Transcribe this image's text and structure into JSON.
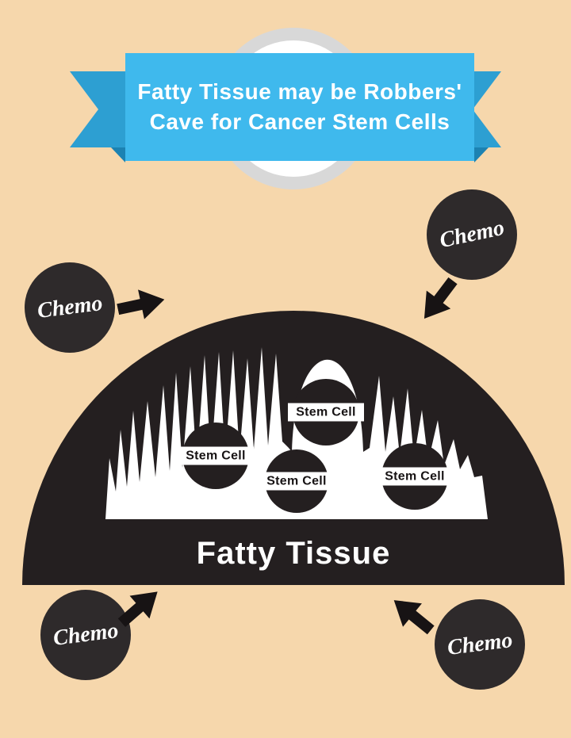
{
  "banner": {
    "line1": "Fatty Tissue may be Robbers'",
    "line2": "Cave for Cancer Stem Cells"
  },
  "dome": {
    "label": "Fatty Tissue"
  },
  "stem_cells": [
    {
      "label": "Stem Cell",
      "position": "top-center"
    },
    {
      "label": "Stem Cell",
      "position": "left"
    },
    {
      "label": "Stem Cell",
      "position": "middle"
    },
    {
      "label": "Stem Cell",
      "position": "right"
    }
  ],
  "chemo_circles": [
    {
      "label": "Chemo",
      "position": "top-right"
    },
    {
      "label": "Chemo",
      "position": "left"
    },
    {
      "label": "Chemo",
      "position": "bottom-left"
    },
    {
      "label": "Chemo",
      "position": "bottom-right"
    }
  ],
  "colors": {
    "background": "#f6d7ac",
    "banner_panel": "#3fb9ed",
    "banner_tail": "#2d9fd2",
    "banner_fold": "#1c82b2",
    "dome": "#241f20",
    "chemo_circle": "#2e2a2b",
    "cave_white": "#ffffff"
  }
}
